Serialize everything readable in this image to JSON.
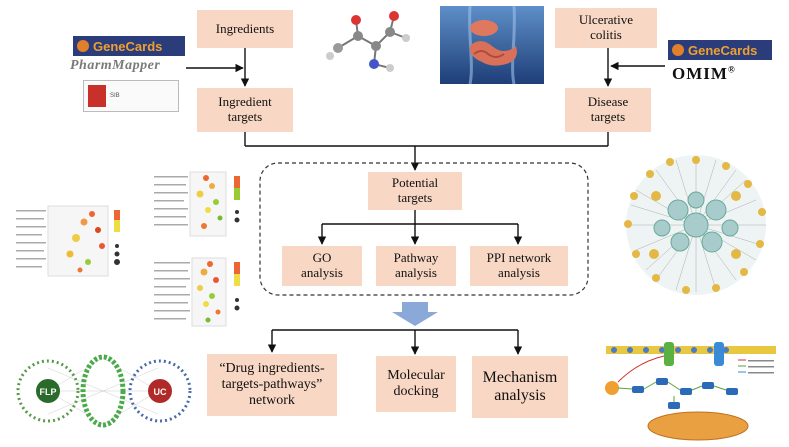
{
  "boxes": {
    "ingredients": "Ingredients",
    "ingredient_targets": [
      "Ingredient",
      "targets"
    ],
    "ulcerative_colitis": [
      "Ulcerative",
      "colitis"
    ],
    "disease_targets": [
      "Disease",
      "targets"
    ],
    "potential_targets": [
      "Potential",
      "targets"
    ],
    "go_analysis": [
      "GO",
      "analysis"
    ],
    "pathway_analysis": [
      "Pathway",
      "analysis"
    ],
    "ppi_analysis": [
      "PPI network",
      "analysis"
    ],
    "drug_network": [
      "“Drug ingredients-",
      "targets-pathways”",
      "network"
    ],
    "molecular_docking": [
      "Molecular",
      "docking"
    ],
    "mechanism_analysis": [
      "Mechanism",
      "analysis"
    ]
  },
  "logos": {
    "genecards_left": "GeneCards",
    "pharmmapper": "PharmMapper",
    "siob": "SIB",
    "genecards_right": "GeneCards",
    "omim": "OMIM"
  },
  "network_labels": {
    "flp": "FLP",
    "uc": "UC"
  },
  "colors": {
    "box_fill": "#f8d7c4",
    "arrow": "#111111",
    "big_arrow": "#8aa9d8"
  }
}
